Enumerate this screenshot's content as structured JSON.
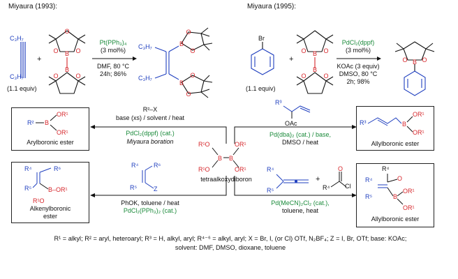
{
  "top_left": {
    "header": "Miyaura (1993):",
    "reagent_top": "C₃H₇",
    "reagent_bottom": "C₃H₇",
    "reagent_equiv": "(1.1 equiv)",
    "plus": "+",
    "catalyst": "Pt(PPh₃)₄",
    "catalyst_load": "(3 mol%)",
    "cond1": "DMF, 80 °C",
    "cond2": "24h; 86%",
    "product_top": "C₃H₇",
    "product_bottom": "C₃H₇"
  },
  "top_right": {
    "header": "Miyaura (1995):",
    "reagent_equiv": "(1.1 equiv)",
    "br": "Br",
    "plus": "+",
    "catalyst": "PdCl₂(dppf)",
    "catalyst_load": "(3 mol%)",
    "cond1": "KOAc (3 equiv)",
    "cond2": "DMSO, 80 °C",
    "cond3": "2h; 98%"
  },
  "center": {
    "label": "tetraalkoxydiboron",
    "atom_b": "B",
    "atom_o": "O",
    "r1": "R¹"
  },
  "arrows": {
    "ul_top1": "R²–X",
    "ul_top2": "base (xs) / solvent / heat",
    "ul_cat": "PdCl₂(dppf) (cat.)",
    "ul_name": "Miyaura boration",
    "ur_cat": "Pd(dba)₂ (cat.) / base,",
    "ur_cond": "DMSO / heat",
    "ur_oac": "OAc",
    "ll_cond1": "PhOK, toluene / heat",
    "ll_cat": "PdCl₂(PPh₃)₂ (cat.)",
    "lr_cat": "Pd(MeCN)₂Cl₂ (cat.),",
    "lr_cond": "toluene, heat",
    "z": "Z",
    "cl": "Cl",
    "plus": "+"
  },
  "boxes": {
    "arylboronic": "Arylboronic ester",
    "allyl_top": "Allylboronic ester",
    "alkenyl1": "Alkenylboronic",
    "alkenyl2": "ester",
    "allyl_bottom": "Allylboronic ester"
  },
  "legend": {
    "line1": "R¹ = alkyl; R² = aryl, heteroaryl; R³ = H, alkyl, aryl; R⁴⁻⁶ = alkyl, aryl;  X = Br, I, (or Cl) OTf, N₂BF₄; Z = I, Br, OTf; base: KOAc;",
    "line2": "solvent: DMF, DMSO, dioxane, toluene"
  },
  "colors": {
    "red": "#d6262b",
    "blue": "#1f3fbf",
    "green": "#1a8a3a",
    "black": "#111111"
  }
}
